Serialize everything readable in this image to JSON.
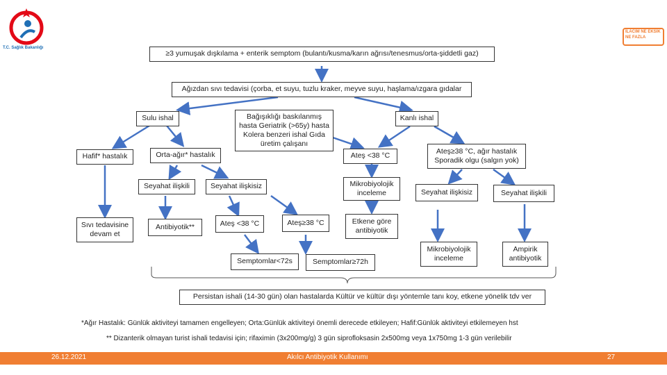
{
  "header": {
    "left_logo_text": "T.C. Sağlık Bakanlığı",
    "right_logo_text": "İLACIM NE EKSİK NE FAZLA"
  },
  "flow": {
    "top": "≥3 yumuşak dışkılama + enterik semptom (bulantı/kusma/karın ağrısı/tenesmus/orta-şiddetli gaz)",
    "oral": "Ağızdan sıvı tedavisi (çorba, et suyu, tuzlu kraker, meyve suyu, haşlama/ızgara gıdalar",
    "sulu": "Sulu ishal",
    "risk": "Bağışıklığı baskılanmış hasta Geriatrik (>65y) hasta Kolera benzeri ishal Gıda üretim çalışanı",
    "kanli": "Kanlı ishal",
    "hafif": "Hafif* hastalık",
    "orta": "Orta-ağır* hastalık",
    "ates_lt_right": "Ateş <38 °C",
    "ates_ge_sporadik": "Ateş≥38 °C, ağır hastalık Sporadik olgu (salgın yok)",
    "seyahat_ilisikli": "Seyahat ilişkili",
    "seyahat_iliskisiz_mid": "Seyahat ilişkisiz",
    "mikro_inceleme_mid": "Mikrobiyolojik inceleme",
    "seyahat_iliskisiz_right": "Seyahat ilişkisiz",
    "seyahat_iliskili_right": "Seyahat ilişkili",
    "sivi_devam": "Sıvı tedavisine devam et",
    "antibiyotik": "Antibiyotik**",
    "ates_lt_mid": "Ateş <38 °C",
    "ates_ge_mid": "Ateş≥38 °C",
    "etkene_gore": "Etkene göre antibiyotik",
    "mikro_inceleme_right": "Mikrobiyolojik inceleme",
    "ampirik": "Ampirik antibiyotik",
    "sempt_lt": "Semptomlar<72s",
    "sempt_ge": "Semptomlar≥72h",
    "persistan": "Persistan ishali (14-30 gün) olan hastalarda Kültür ve kültür dışı yöntemle tanı koy, etkene yönelik tdv ver"
  },
  "notes": {
    "note1": "*Ağır Hastalık: Günlük aktiviteyi tamamen engelleyen; Orta:Günlük aktiviteyi önemli derecede etkileyen; Hafif:Günlük aktiviteyi etkilemeyen hst",
    "note2": "** Dizanterik olmayan turist ishali tedavisi için; rifaximin (3x200mg/g) 3 gün siprofloksasin 2x500mg veya 1x750mg 1-3 gün verilebilir"
  },
  "footer": {
    "date": "26.12.2021",
    "title": "Akılcı Antibiyotik Kullanımı",
    "page": "27"
  },
  "colors": {
    "arrow": "#4472c4",
    "footer": "#f07e32",
    "logo_red": "#e30a17",
    "logo_blue": "#1f6fb5"
  }
}
